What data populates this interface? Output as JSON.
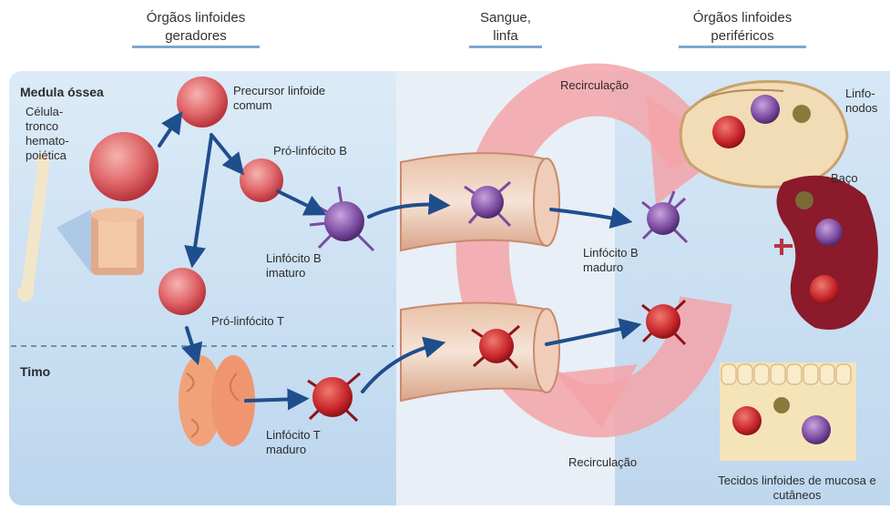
{
  "headers": {
    "generating": "Órgãos linfoides geradores",
    "blood": "Sangue, linfa",
    "peripheral": "Órgãos linfoides periféricos"
  },
  "sections": {
    "bone_marrow": "Medula óssea",
    "thymus": "Timo"
  },
  "labels": {
    "stem_cell": "Célula-tronco hemato-poiética",
    "common_precursor": "Precursor linfoide comum",
    "pro_b": "Pró-linfócito B",
    "immature_b": "Linfócito B imaturo",
    "pro_t": "Pró-linfócito T",
    "mature_t": "Linfócito T maduro",
    "mature_b": "Linfócito B maduro",
    "recirculation_top": "Recirculação",
    "recirculation_bottom": "Recirculação",
    "lymph_nodes": "Linfo-nodos",
    "spleen": "Baço",
    "mucosal": "Tecidos linfoides de mucosa e cutâneos"
  },
  "colors": {
    "panel_blue": "#cfe2f3",
    "panel_light": "#e6eef6",
    "recirc_pink": "#f3a3a8",
    "arrow": "#1f4e8c",
    "red_cell": "#c8262c",
    "purple_cell": "#7b4aa0",
    "spleen": "#8b1a2a"
  }
}
